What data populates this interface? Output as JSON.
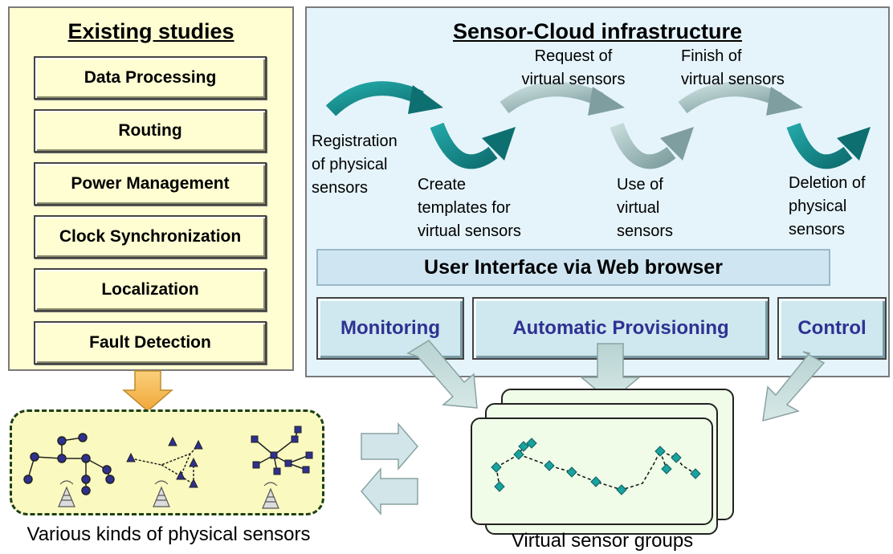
{
  "existing_studies": {
    "title": "Existing studies",
    "items": [
      "Data Processing",
      "Routing",
      "Power Management",
      "Clock Synchronization",
      "Localization",
      "Fault Detection"
    ]
  },
  "sensor_cloud": {
    "title": "Sensor-Cloud infrastructure",
    "steps": {
      "registration": [
        "Registration",
        "of physical",
        "sensors"
      ],
      "create_templates": [
        "Create",
        "templates for",
        "virtual sensors"
      ],
      "request": [
        "Request of",
        "virtual sensors"
      ],
      "use": [
        "Use of",
        "virtual",
        "sensors"
      ],
      "finish": [
        "Finish of",
        "virtual sensors"
      ],
      "deletion": [
        "Deletion of",
        "physical",
        "sensors"
      ]
    },
    "user_interface": "User Interface via Web browser",
    "functions": {
      "monitoring": "Monitoring",
      "provisioning": "Automatic Provisioning",
      "control": "Control"
    }
  },
  "captions": {
    "physical": "Various kinds of physical sensors",
    "virtual": "Virtual sensor groups"
  },
  "colors": {
    "left_panel_bg": "#fffdd2",
    "right_panel_bg": "#e5f4fb",
    "function_text": "#2e3193",
    "teal_arrow": "#1a8a8a",
    "gray_arrow": "#a3bcbc",
    "sensor_node": "#303090",
    "virtual_node": "#1aa2a0",
    "orange_arrow": "#f6b84a"
  }
}
